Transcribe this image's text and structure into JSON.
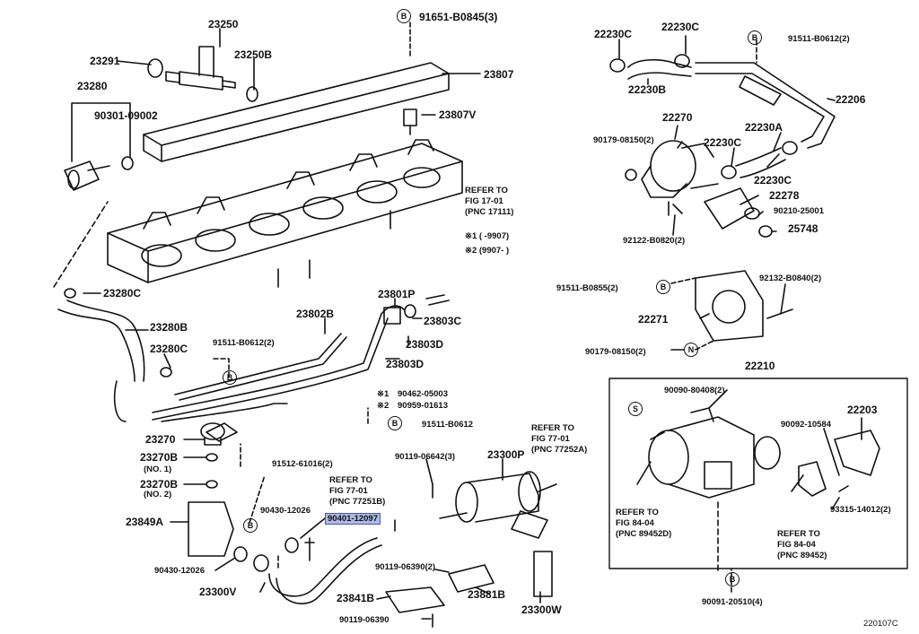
{
  "diagram": {
    "part_labels": {
      "p23250": "23250",
      "p23291": "23291",
      "p23250b": "23250B",
      "p23280": "23280",
      "p90301": "90301-09002",
      "p91651": "91651-B0845(3)",
      "p23807": "23807",
      "p23807v": "23807V",
      "p23280c_a": "23280C",
      "p23280b": "23280B",
      "p23280c_b": "23280C",
      "p23802b": "23802B",
      "p91511_b0612_2": "91511-B0612(2)",
      "p23801p": "23801P",
      "p23803c": "23803C",
      "p23803d_a": "23803D",
      "p23803d_b": "23803D",
      "p90462": "90462-05003",
      "p90959": "90959-01613",
      "p91511_b0612": "91511-B0612",
      "p23270": "23270",
      "p23270b_1": "23270B",
      "p23270b_2": "23270B",
      "p91512": "91512-61016(2)",
      "p90430_a": "90430-12026",
      "p90401": "90401-12097",
      "p90119_06642": "90119-06642(3)",
      "p23300p": "23300P",
      "p23849a": "23849A",
      "p90430_b": "90430-12026",
      "p23300v": "23300V",
      "p90119_06390_2": "90119-06390(2)",
      "p23841b": "23841B",
      "p23881b": "23881B",
      "p23300w": "23300W",
      "p90119_06390": "90119-06390",
      "p22230c_a": "22230C",
      "p22230c_b": "22230C",
      "p91511_b0612_r": "91511-B0612(2)",
      "p22230b": "22230B",
      "p22206": "22206",
      "p22270": "22270",
      "p90179_08150_2": "90179-08150(2)",
      "p22230c_c": "22230C",
      "p22230a": "22230A",
      "p22230c_d": "22230C",
      "p22278": "22278",
      "p90210": "90210-25001",
      "p92122": "92122-B0820(2)",
      "p25748": "25748",
      "p91511_b0855": "91511-B0855(2)",
      "p92132": "92132-B0840(2)",
      "p22271": "22271",
      "p90179_08150_n": "90179-08150(2)",
      "p22210": "22210",
      "p90090": "90090-80408(2)",
      "p22203": "22203",
      "p90092": "90092-10584",
      "p93315": "93315-14012(2)",
      "p90091": "90091-20510(4)"
    },
    "no1": "(NO. 1)",
    "no2": "(NO. 2)",
    "refer_17": [
      "REFER TO",
      "FIG 17-01",
      "(PNC 17111)"
    ],
    "range_1": "※1 (      -9907)",
    "range_2": "※2 (9907-      )",
    "ref_mark_1": "※1",
    "ref_mark_2": "※2",
    "refer_77a": [
      "REFER TO",
      "FIG 77-01",
      "(PNC 77252A)"
    ],
    "refer_77b": [
      "REFER TO",
      "FIG 77-01",
      "(PNC 77251B)"
    ],
    "refer_84d": [
      "REFER TO",
      "FIG 84-04",
      "(PNC 89452D)"
    ],
    "refer_84": [
      "REFER TO",
      "FIG 84-04",
      "(PNC 89452)"
    ],
    "circle_b": "B",
    "circle_s": "S",
    "circle_n": "N",
    "diagram_code": "220107C",
    "highlighted_part": "90401-12097"
  }
}
